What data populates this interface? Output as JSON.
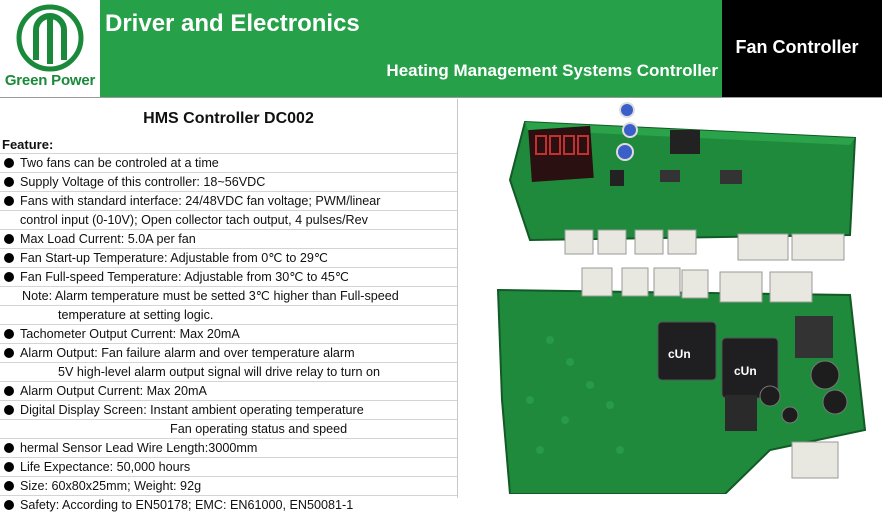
{
  "header": {
    "logo_text": "Green Power",
    "title": "Driver and Electronics",
    "subtitle": "Heating Management Systems Controller",
    "category": "Fan Controller"
  },
  "model": "HMS Controller DC002",
  "feature_heading": "Feature:",
  "features": [
    {
      "bullet": true,
      "indent": 20,
      "text": "Two fans can be controled at a time"
    },
    {
      "bullet": true,
      "indent": 20,
      "text": "Supply Voltage of this controller: 18~56VDC"
    },
    {
      "bullet": true,
      "indent": 20,
      "text": "Fans with standard interface: 24/48VDC fan voltage; PWM/linear"
    },
    {
      "bullet": false,
      "indent": 20,
      "text": "control input (0-10V); Open collector tach output, 4 pulses/Rev"
    },
    {
      "bullet": true,
      "indent": 20,
      "text": "Max Load Current: 5.0A per fan"
    },
    {
      "bullet": true,
      "indent": 20,
      "text": "Fan Start-up Temperature: Adjustable from 0℃ to 29℃"
    },
    {
      "bullet": true,
      "indent": 20,
      "text": "Fan Full-speed Temperature: Adjustable from 30℃ to 45℃"
    },
    {
      "bullet": false,
      "indent": 22,
      "text": "Note: Alarm temperature must be setted 3℃ higher than Full-speed"
    },
    {
      "bullet": false,
      "indent": 58,
      "text": "temperature at setting logic."
    },
    {
      "bullet": true,
      "indent": 20,
      "text": "Tachometer Output Current: Max 20mA"
    },
    {
      "bullet": true,
      "indent": 20,
      "text": "Alarm Output: Fan failure alarm and over temperature alarm"
    },
    {
      "bullet": false,
      "indent": 58,
      "text": "5V  high-level alarm output signal will drive relay to turn on"
    },
    {
      "bullet": true,
      "indent": 20,
      "text": "Alarm Output Current: Max 20mA"
    },
    {
      "bullet": true,
      "indent": 20,
      "text": "Digital Display Screen:  Instant ambient operating temperature"
    },
    {
      "bullet": false,
      "indent": 170,
      "text": "Fan operating status and speed"
    },
    {
      "bullet": true,
      "indent": 20,
      "text": "hermal Sensor Lead Wire Length:3000mm"
    },
    {
      "bullet": true,
      "indent": 20,
      "text": "Life Expectance: 50,000 hours"
    },
    {
      "bullet": true,
      "indent": 20,
      "text": "Size: 60x80x25mm; Weight: 92g"
    },
    {
      "bullet": true,
      "indent": 20,
      "text": "Safety: According to EN50178; EMC: EN61000, EN50081-1"
    }
  ],
  "photo": {
    "icon": "pcb-boards-photo",
    "colors": {
      "board": "#1f8a3c",
      "board_dark": "#166c2e",
      "connector": "#e8e8e0",
      "display": "#2a1010"
    }
  }
}
